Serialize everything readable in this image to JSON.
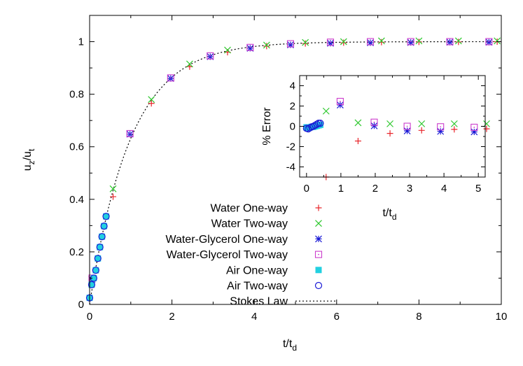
{
  "chart_data": [
    {
      "type": "scatter",
      "x_label": {
        "main": "t/t",
        "sub": "d"
      },
      "y_label": {
        "main": "u",
        "sub1": "z",
        "mid": "/u",
        "sub2": "t"
      },
      "xlim": [
        0,
        10
      ],
      "ylim": [
        0,
        1.1
      ],
      "x_ticks": [
        0,
        2,
        4,
        6,
        8,
        10
      ],
      "y_ticks": [
        0,
        0.2,
        0.4,
        0.6,
        0.8,
        1
      ],
      "legend_position": "bottom-right",
      "series": [
        {
          "name": "Water One-way",
          "marker": "plus",
          "color": "#e8262b",
          "x": [
            0.05,
            0.57,
            1.5,
            2.43,
            3.35,
            4.3,
            5.24,
            6.17,
            7.09,
            8.0,
            8.96,
            9.9
          ],
          "y": [
            0.095,
            0.41,
            0.765,
            0.905,
            0.96,
            0.983,
            0.993,
            0.996,
            0.998,
            0.999,
            0.999,
            1.0
          ]
        },
        {
          "name": "Water Two-way",
          "marker": "cross",
          "color": "#2ec82e",
          "x": [
            0.05,
            0.57,
            1.5,
            2.43,
            3.35,
            4.3,
            5.24,
            6.17,
            7.09,
            8.0,
            8.96,
            9.9
          ],
          "y": [
            0.095,
            0.44,
            0.78,
            0.915,
            0.968,
            0.987,
            0.997,
            1.0,
            1.003,
            1.003,
            1.003,
            1.003
          ]
        },
        {
          "name": "Water-Glycerol One-way",
          "marker": "star",
          "color": "#1a1ad6",
          "x": [
            0.06,
            0.98,
            1.97,
            2.93,
            3.9,
            4.88,
            5.85,
            6.82,
            7.8,
            8.75,
            9.7
          ],
          "y": [
            0.095,
            0.648,
            0.86,
            0.943,
            0.975,
            0.988,
            0.994,
            0.996,
            0.997,
            0.998,
            0.998
          ]
        },
        {
          "name": "Water-Glycerol Two-way",
          "marker": "square-open",
          "color": "#cc3ccc",
          "x": [
            0.06,
            0.98,
            1.97,
            2.93,
            3.9,
            4.88,
            5.85,
            6.82,
            7.8,
            8.75,
            9.7
          ],
          "y": [
            0.1,
            0.65,
            0.862,
            0.946,
            0.978,
            0.992,
            0.998,
            1.0,
            1.0,
            1.0,
            1.0
          ]
        },
        {
          "name": "Air One-way",
          "marker": "square-filled",
          "color": "#22d0e0",
          "x": [
            0.0,
            0.05,
            0.1,
            0.15,
            0.2,
            0.25,
            0.3,
            0.35,
            0.4
          ],
          "y": [
            0.025,
            0.075,
            0.1,
            0.13,
            0.175,
            0.218,
            0.258,
            0.298,
            0.335
          ]
        },
        {
          "name": "Air Two-way",
          "marker": "circle-open",
          "color": "#1a1ad6",
          "x": [
            0.0,
            0.05,
            0.1,
            0.15,
            0.2,
            0.25,
            0.3,
            0.35,
            0.4
          ],
          "y": [
            0.025,
            0.075,
            0.1,
            0.13,
            0.175,
            0.218,
            0.258,
            0.298,
            0.335
          ]
        },
        {
          "name": "Stokes Law",
          "marker": "dotted-line",
          "color": "#000000",
          "function": "1 - exp(-t)"
        }
      ]
    },
    {
      "type": "scatter",
      "x_label": {
        "main": "t/t",
        "sub": "d"
      },
      "y_label": "% Error",
      "xlim": [
        -0.2,
        5.2
      ],
      "ylim": [
        -5,
        5
      ],
      "x_ticks": [
        0,
        1,
        2,
        3,
        4,
        5
      ],
      "y_ticks": [
        -4,
        -2,
        0,
        2,
        4
      ],
      "series": [
        {
          "name": "Water One-way",
          "marker": "plus",
          "color": "#e8262b",
          "x": [
            0.57,
            1.5,
            2.43,
            3.35,
            4.3,
            5.24
          ],
          "y": [
            -5.0,
            -1.45,
            -0.7,
            -0.4,
            -0.3,
            -0.25
          ]
        },
        {
          "name": "Water Two-way",
          "marker": "cross",
          "color": "#2ec82e",
          "x": [
            0.57,
            1.5,
            2.43,
            3.35,
            4.3,
            5.24
          ],
          "y": [
            1.5,
            0.35,
            0.25,
            0.25,
            0.25,
            0.25
          ]
        },
        {
          "name": "Water-Glycerol One-way",
          "marker": "star",
          "color": "#1a1ad6",
          "x": [
            0.98,
            1.97,
            2.93,
            3.9,
            4.88
          ],
          "y": [
            2.1,
            0.05,
            -0.45,
            -0.5,
            -0.55
          ]
        },
        {
          "name": "Water-Glycerol Two-way",
          "marker": "square-open",
          "color": "#cc3ccc",
          "x": [
            0.98,
            1.97,
            2.93,
            3.9,
            4.88
          ],
          "y": [
            2.45,
            0.4,
            0.0,
            -0.05,
            -0.1
          ]
        },
        {
          "name": "Air One-way",
          "marker": "square-filled",
          "color": "#22d0e0",
          "x": [
            0.0,
            0.05,
            0.1,
            0.15,
            0.2,
            0.25,
            0.3,
            0.35,
            0.4
          ],
          "y": [
            -0.1,
            -0.15,
            -0.1,
            -0.05,
            -0.05,
            0.0,
            0.05,
            0.1,
            0.15
          ]
        },
        {
          "name": "Air Two-way",
          "marker": "circle-open",
          "color": "#1a1ad6",
          "x": [
            0.0,
            0.05,
            0.1,
            0.15,
            0.2,
            0.25,
            0.3,
            0.35,
            0.4
          ],
          "y": [
            -0.2,
            -0.25,
            -0.15,
            -0.05,
            0.0,
            0.1,
            0.2,
            0.3,
            0.3
          ]
        }
      ]
    }
  ]
}
